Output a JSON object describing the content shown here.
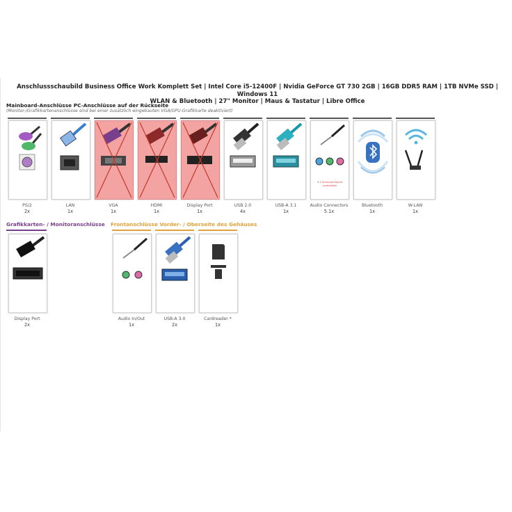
{
  "title_line1": "Anschlussschaubild Business Office Work Komplett Set | Intel Core i5-12400F | Nvidia GeForce GT 730 2GB | 16GB DDR5 RAM | 1TB NVMe SSD | Windows 11",
  "title_line2": "WLAN & Bluetooth | 27\" Monitor | Maus & Tastatur | Libre Office",
  "mainboard": {
    "heading": "Mainboard-Anschlüsse PC-Anschlüsse auf der Rückseite",
    "subheading": "(Monitor-/Grafikkartenanschlüsse sind bei einer zusätzlich eingebauten VGA/GPU-Grafikkarte deaktiviert)",
    "ports": [
      {
        "name": "PS/2",
        "count": "2x",
        "icon": "ps2-connector-icon"
      },
      {
        "name": "LAN",
        "count": "1x",
        "icon": "lan-cable-icon"
      },
      {
        "name": "VGA",
        "count": "1x",
        "icon": "vga-cable-icon",
        "disabled": true
      },
      {
        "name": "HDMI",
        "count": "1x",
        "icon": "hdmi-cable-icon",
        "disabled": true
      },
      {
        "name": "Display Port",
        "count": "1x",
        "icon": "displayport-cable-icon",
        "disabled": true
      },
      {
        "name": "USB 2.0",
        "count": "4x",
        "icon": "usb2-cable-icon"
      },
      {
        "name": "USB-A 3.1",
        "count": "1x",
        "icon": "usb3-cable-icon"
      },
      {
        "name": "Audio Connectors",
        "count": "5.1x",
        "icon": "audio-jack-icon"
      },
      {
        "name": "Bluetooth",
        "count": "1x",
        "icon": "bluetooth-icon"
      },
      {
        "name": "W-LAN",
        "count": "1x",
        "icon": "wifi-icon"
      }
    ],
    "audio_note": "5.1 Surround-Sound unterstützt"
  },
  "gpu": {
    "heading": "Grafikkarten- / Monitoranschlüsse",
    "ports": [
      {
        "name": "Display Port",
        "count": "2x",
        "icon": "displayport-cable-icon"
      }
    ]
  },
  "front": {
    "heading": "Frontanschlüsse Vorder- / Oberseite des Gehäuses",
    "ports": [
      {
        "name": "Audio In/Out",
        "count": "1x",
        "icon": "audio-jack-icon"
      },
      {
        "name": "USB-A 3.0",
        "count": "2x",
        "icon": "usb3-cable-icon"
      },
      {
        "name": "Cardreader *",
        "count": "1x",
        "icon": "sd-card-icon"
      }
    ]
  },
  "colors": {
    "gpu_accent": "#7a3f8c",
    "front_accent": "#e0a23a",
    "disabled_fill": "#f4a3a3",
    "disabled_cross": "#c0392b"
  }
}
